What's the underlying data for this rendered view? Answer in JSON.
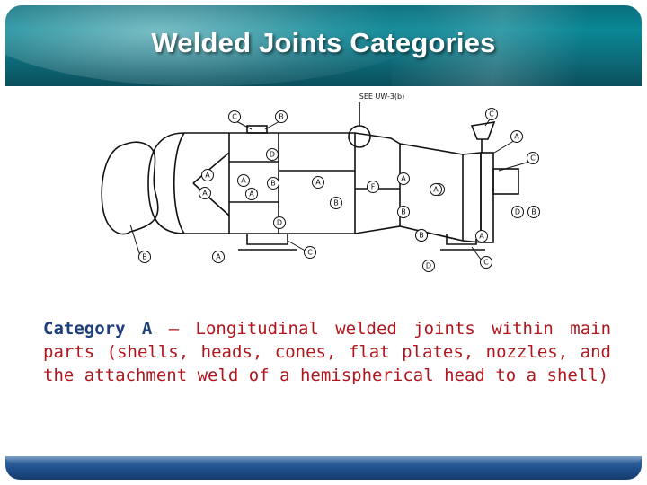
{
  "slide": {
    "title": "Welded Joints Categories",
    "body": {
      "term": "Category A",
      "text": " – Longitudinal welded joints within main parts (shells, heads, cones, flat plates, nozzles, and the attachment weld of a hemispherical head to a shell)"
    }
  },
  "diagram": {
    "annotation": "SEE UW-3(b)",
    "labels": [
      "C",
      "B",
      "D",
      "A",
      "A",
      "A",
      "A",
      "B",
      "A",
      "B",
      "F",
      "A",
      "A",
      "B",
      "A",
      "D",
      "B",
      "C",
      "A",
      "C",
      "D",
      "B",
      "B",
      "A",
      "D",
      "C",
      "B",
      "A",
      "C"
    ]
  },
  "colors": {
    "header": "#0a8795",
    "title_text": "#ffffff",
    "body_text": "#b0161d",
    "category_text": "#1f3f7a",
    "footer": "#1f4f8a"
  }
}
